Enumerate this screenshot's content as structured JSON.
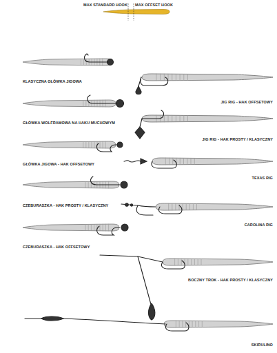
{
  "diagram": {
    "labels": [
      "MAX STANDARD HOOK",
      "MAX OFFSET HOOK",
      "KLASYCZNA GŁÓWKA JIGOWA",
      "JIG RIG - HAK OFFSETOWY",
      "GŁÓWKA WOLFRAMOWA NA HAKU MUCHOWYM",
      "JIG RIG - HAK PROSTY / KLASYCZNY",
      "GŁÓWKA JIGOWA - HAK OFFSETOWY",
      "TEXAS RIG",
      "CZEBURASZKA - HAK PROSTY / KLASYCZNY",
      "CAROLINA RIG",
      "CZEBURASZKA - HAK OFFSETOWY",
      "BOCZNY TROK - HAK PROSTY / KLASYCZNY",
      "SKIRULINO"
    ]
  }
}
